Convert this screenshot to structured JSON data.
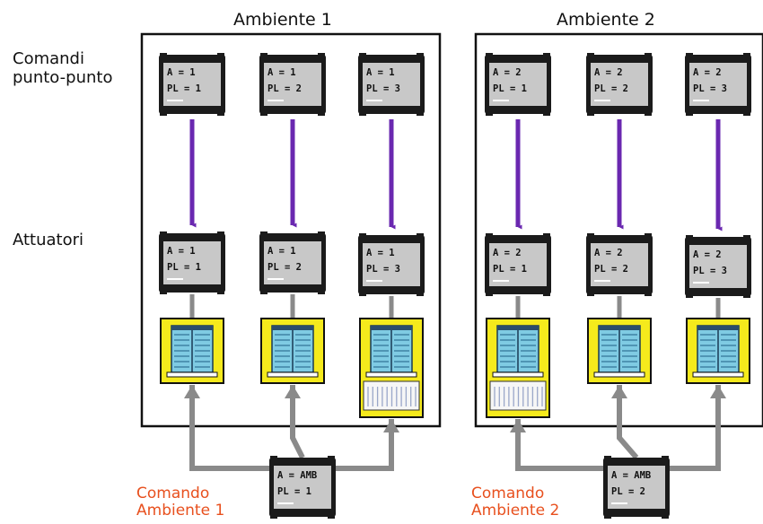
{
  "labels": {
    "ambiente1": "Ambiente 1",
    "ambiente2": "Ambiente 2",
    "comandi_line1": "Comandi",
    "comandi_line2": "punto-punto",
    "attuatori": "Attuatori",
    "comando_amb1_line1": "Comando",
    "comando_amb1_line2": "Ambiente 1",
    "comando_amb2_line1": "Comando",
    "comando_amb2_line2": "Ambiente 2"
  },
  "colors": {
    "arrow_purple": "#6a28b0",
    "arrow_gray": "#8a8a8a",
    "label_orange": "#e8501e",
    "window_yellow": "#f5ea1c",
    "window_glass": "#7fcbe3",
    "module_body": "#1b1b1b",
    "module_face": "#c8c8c8"
  },
  "rooms": [
    {
      "commands": [
        {
          "a": "A = 1",
          "pl": "PL = 1"
        },
        {
          "a": "A = 1",
          "pl": "PL = 2"
        },
        {
          "a": "A = 1",
          "pl": "PL = 3"
        }
      ],
      "actuators": [
        {
          "a": "A = 1",
          "pl": "PL = 1",
          "window": "window"
        },
        {
          "a": "A = 1",
          "pl": "PL = 2",
          "window": "window"
        },
        {
          "a": "A = 1",
          "pl": "PL = 3",
          "window": "balcony-door"
        }
      ],
      "room_command": {
        "a": "A = AMB",
        "pl": "PL = 1"
      }
    },
    {
      "commands": [
        {
          "a": "A = 2",
          "pl": "PL = 1"
        },
        {
          "a": "A = 2",
          "pl": "PL = 2"
        },
        {
          "a": "A = 2",
          "pl": "PL = 3"
        }
      ],
      "actuators": [
        {
          "a": "A = 2",
          "pl": "PL = 1",
          "window": "balcony-door"
        },
        {
          "a": "A = 2",
          "pl": "PL = 2",
          "window": "window"
        },
        {
          "a": "A = 2",
          "pl": "PL = 3",
          "window": "window"
        }
      ],
      "room_command": {
        "a": "A = AMB",
        "pl": "PL = 2"
      }
    }
  ]
}
